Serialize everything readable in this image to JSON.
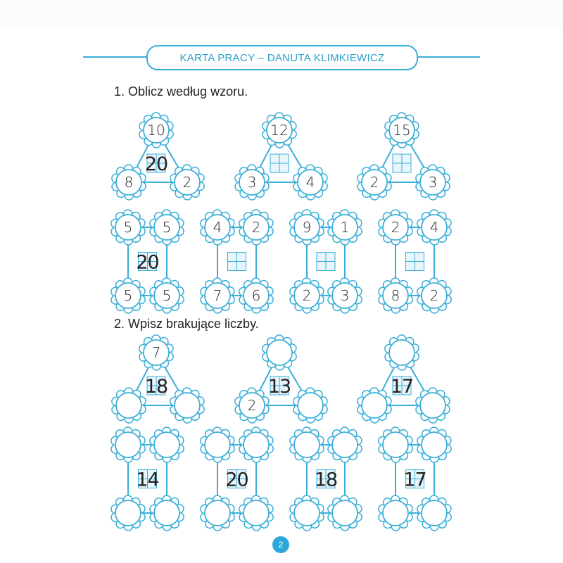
{
  "header": {
    "title": "KARTA PRACY – DANUTA KLIMKIEWICZ"
  },
  "task1": {
    "title": "1. Oblicz według wzoru.",
    "triangles": [
      {
        "top": "10",
        "left": "8",
        "right": "2",
        "center": "20"
      },
      {
        "top": "12",
        "left": "3",
        "right": "4",
        "center": ""
      },
      {
        "top": "15",
        "left": "2",
        "right": "3",
        "center": ""
      }
    ],
    "rectangles": [
      {
        "tl": "5",
        "tr": "5",
        "bl": "5",
        "br": "5",
        "center": "20"
      },
      {
        "tl": "4",
        "tr": "2",
        "bl": "7",
        "br": "6",
        "center": ""
      },
      {
        "tl": "9",
        "tr": "1",
        "bl": "2",
        "br": "3",
        "center": ""
      },
      {
        "tl": "2",
        "tr": "4",
        "bl": "8",
        "br": "2",
        "center": ""
      }
    ]
  },
  "task2": {
    "title": "2. Wpisz brakujące liczby.",
    "triangles": [
      {
        "top": "7",
        "left": "",
        "right": "",
        "center": "18"
      },
      {
        "top": "",
        "left": "2",
        "right": "",
        "center": "13"
      },
      {
        "top": "",
        "left": "",
        "right": "",
        "center": "17"
      }
    ],
    "rectangles": [
      {
        "tl": "",
        "tr": "",
        "bl": "",
        "br": "",
        "center": "14"
      },
      {
        "tl": "",
        "tr": "",
        "bl": "",
        "br": "",
        "center": "20"
      },
      {
        "tl": "",
        "tr": "",
        "bl": "",
        "br": "",
        "center": "18"
      },
      {
        "tl": "",
        "tr": "",
        "bl": "",
        "br": "",
        "center": "17"
      }
    ]
  },
  "footer": {
    "page_number": "2"
  },
  "colors": {
    "accent": "#3aaed8",
    "ink": "#222222"
  }
}
